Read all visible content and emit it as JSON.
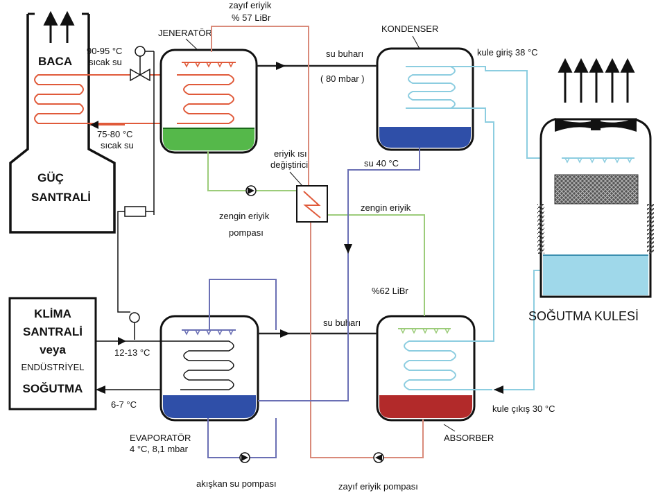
{
  "labels": {
    "baca": "BACA",
    "guc_santrali_1": "GÜÇ",
    "guc_santrali_2": "SANTRALİ",
    "hot_in_temp": "90-95 °C",
    "hot_in_desc": "sıcak su",
    "hot_out_temp": "75-80 °C",
    "hot_out_desc": "sıcak su",
    "jenerator": "JENERATÖR",
    "weak_solution_1": "zayıf eriyik",
    "weak_solution_2": "% 57 LiBr",
    "su_buhari_top": "su buharı",
    "pressure_80": "( 80 mbar )",
    "kondenser": "KONDENSER",
    "kule_giris": "kule giriş 38 °C",
    "su_40": "su 40 °C",
    "heat_exchanger_1": "eriyik ısı",
    "heat_exchanger_2": "değiştirici",
    "zengin_pump_1": "zengin eriyik",
    "zengin_pump_2": "pompası",
    "zengin_eriyik": "zengin eriyik",
    "libr_62": "%62 LiBr",
    "su_buhari_bottom": "su buharı",
    "klima_1": "KLİMA",
    "klima_2": "SANTRALİ",
    "klima_3": "veya",
    "klima_4": "ENDÜSTRİYEL",
    "klima_5": "SOĞUTMA",
    "temp_12_13": "12-13 °C",
    "temp_6_7": "6-7 °C",
    "evaporator": "EVAPORATÖR",
    "evaporator_cond": "4 °C, 8,1 mbar",
    "absorber": "ABSORBER",
    "kule_cikis": "kule çıkış 30 °C",
    "sogutma_kulesi": "SOĞUTMA KULESİ",
    "akiskan_pump": "akışkan su pompası",
    "zayif_pump": "zayıf eriyik pompası"
  },
  "colors": {
    "hot_water": "#e05a3a",
    "weak_solution": "#d98a7a",
    "rich_solution": "#9ccc7a",
    "cooling_water": "#8ccde0",
    "chilled_water": "#6a6fb4",
    "vapor": "#222222",
    "generator_pool": "#55b84a",
    "condenser_pool": "#2f4fa8",
    "evaporator_pool": "#2f4fa8",
    "absorber_pool": "#b22a2a",
    "tower_water": "#9fd8ea"
  }
}
